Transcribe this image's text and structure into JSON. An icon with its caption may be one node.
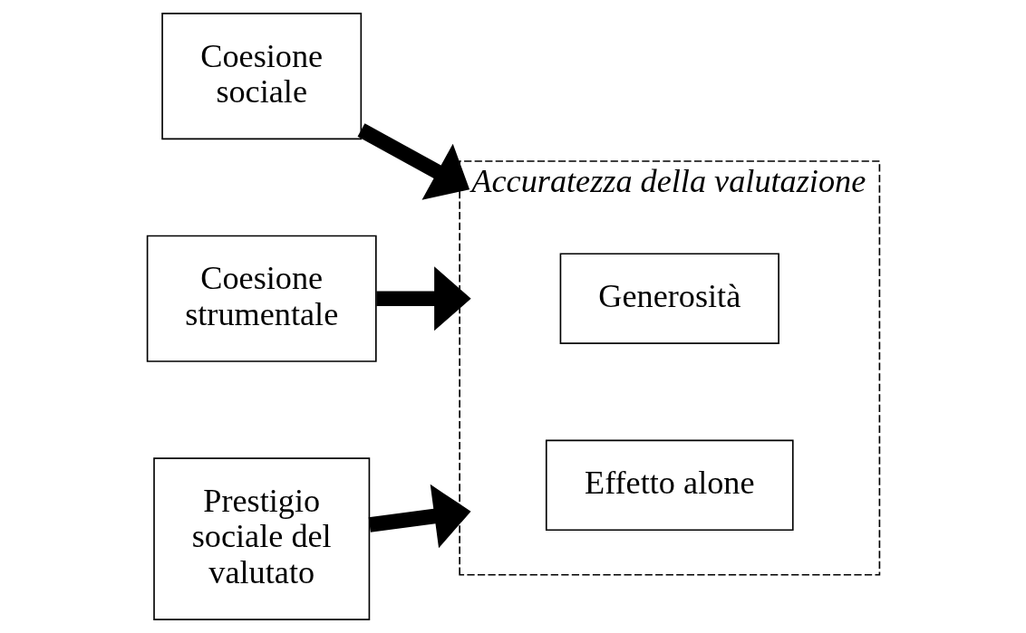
{
  "diagram": {
    "nodes": [
      {
        "text": [
          "Coesione sociale"
        ]
      },
      {
        "text": [
          "Coesione strumentale"
        ]
      },
      {
        "text": [
          "Prestigio sociale del valutato"
        ]
      },
      {
        "text": [
          "Accuratezza della valutazione"
        ]
      },
      {
        "text": [
          "Generosità"
        ],
        "in": 3
      },
      {
        "text": [
          "Effetto alone"
        ],
        "in": 3
      }
    ],
    "edges": [
      {
        "from": 0,
        "to": 3,
        "arrow": "to"
      },
      {
        "from": 1,
        "to": 3,
        "arrow": "to"
      },
      {
        "from": 2,
        "to": 3,
        "arrow": "to"
      }
    ]
  }
}
